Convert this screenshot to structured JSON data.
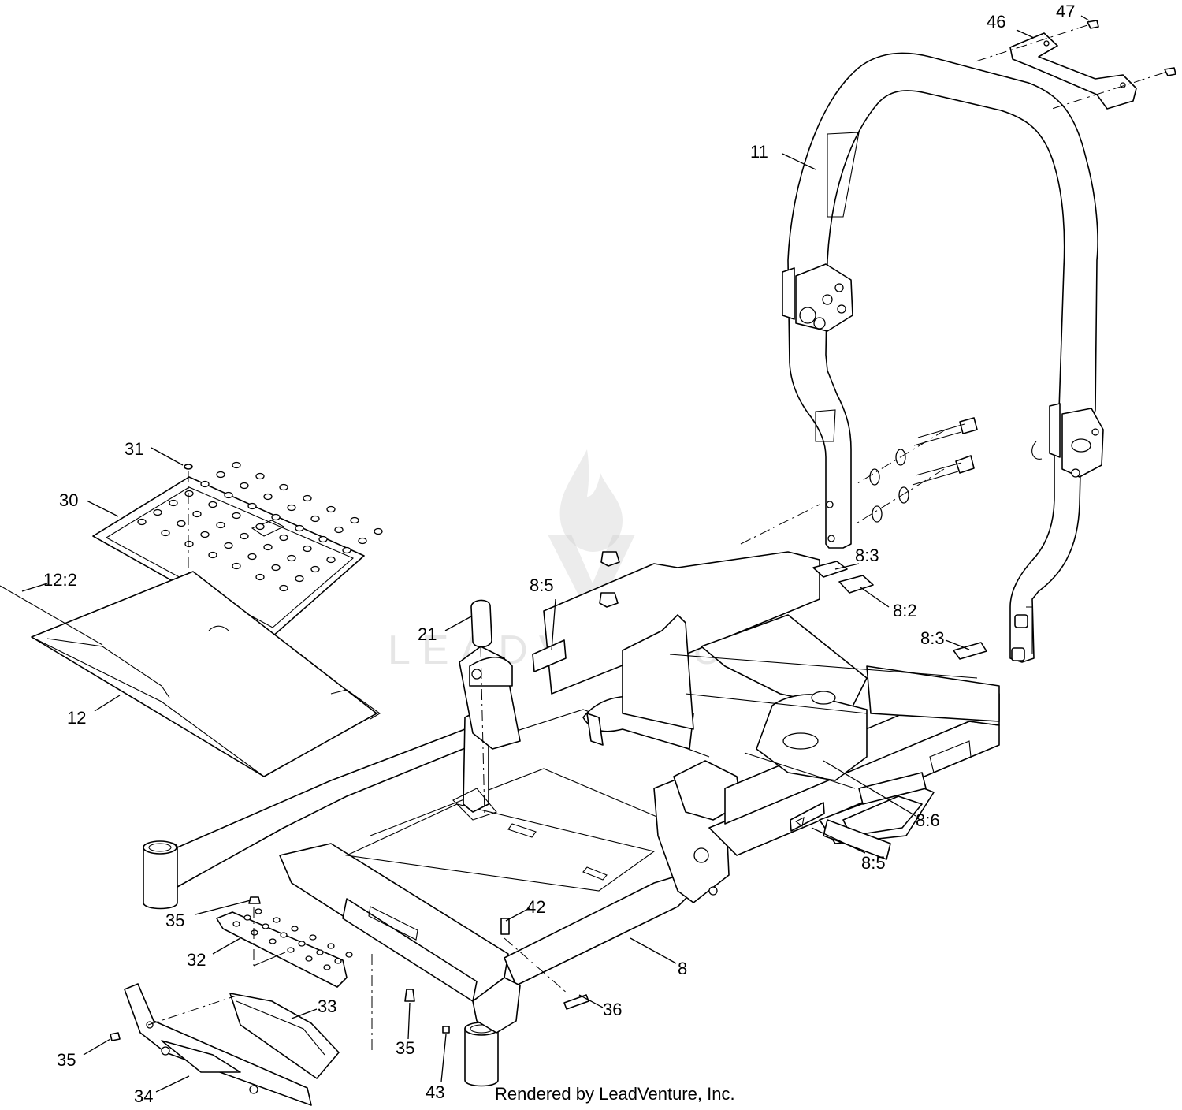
{
  "diagram": {
    "labels": {
      "l46": "46",
      "l47": "47",
      "l11": "11",
      "l31": "31",
      "l30": "30",
      "l12_2": "12:2",
      "l12": "12",
      "l21": "21",
      "l8_5a": "8:5",
      "l8_3a": "8:3",
      "l8_2": "8:2",
      "l8_3b": "8:3",
      "l8_6": "8:6",
      "l8_5b": "8:5",
      "l35a": "35",
      "l32": "32",
      "l42": "42",
      "l8": "8",
      "l33": "33",
      "l36": "36",
      "l35b": "35",
      "l35c": "35",
      "l34": "34",
      "l43": "43"
    },
    "credit": "Rendered by LeadVenture, Inc.",
    "watermark": "LEADVENTURE"
  }
}
